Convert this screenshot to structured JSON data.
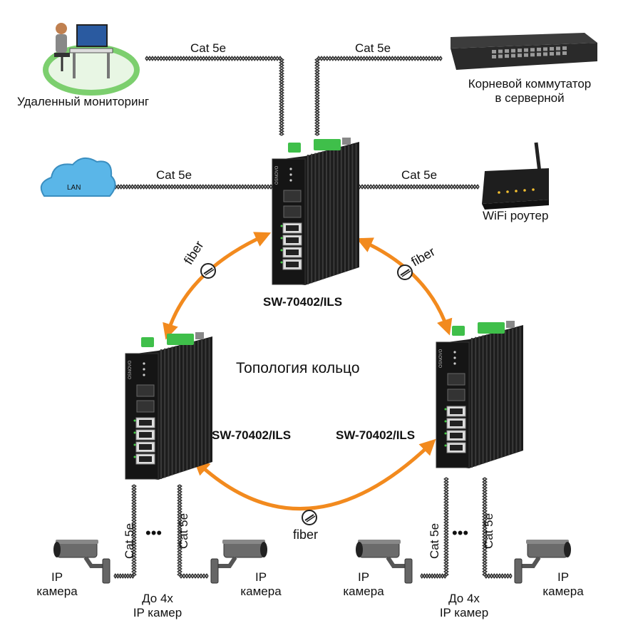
{
  "labels": {
    "cat_top_left": "Cat 5e",
    "cat_top_right": "Cat 5e",
    "cat_mid_left": "Cat 5e",
    "cat_mid_right": "Cat 5e",
    "cat_bl_1": "Cat 5e",
    "cat_bl_2": "Cat 5e",
    "cat_br_1": "Cat 5e",
    "cat_br_2": "Cat 5e",
    "fiber_left": "fiber",
    "fiber_right": "fiber",
    "fiber_bottom": "fiber",
    "monitoring": "Удаленный мониторинг",
    "core_switch": "Корневой коммутатор\nв серверной",
    "lan": "LAN",
    "wifi": "WiFi роутер",
    "switch_top": "SW-70402/ILS",
    "switch_left": "SW-70402/ILS",
    "switch_right": "SW-70402/ILS",
    "topology": "Топология кольцо",
    "dots_left": "•••",
    "dots_right": "•••",
    "cam_1": "IP\nкамера",
    "cam_2": "IP\nкамера",
    "cam_3": "IP\nкамера",
    "cam_4": "IP\nкамера",
    "up_to_left": "До 4х\nIP камер",
    "up_to_right": "До 4х\nIP камер",
    "switch_brand": "OSNOVO"
  },
  "colors": {
    "fiber_arrow": "#f28a1e",
    "switch_body": "#1c1c1c",
    "terminal": "#3fbf4a",
    "cloud": "#5ab6e8",
    "desk_ring": "#7ccf6e"
  }
}
